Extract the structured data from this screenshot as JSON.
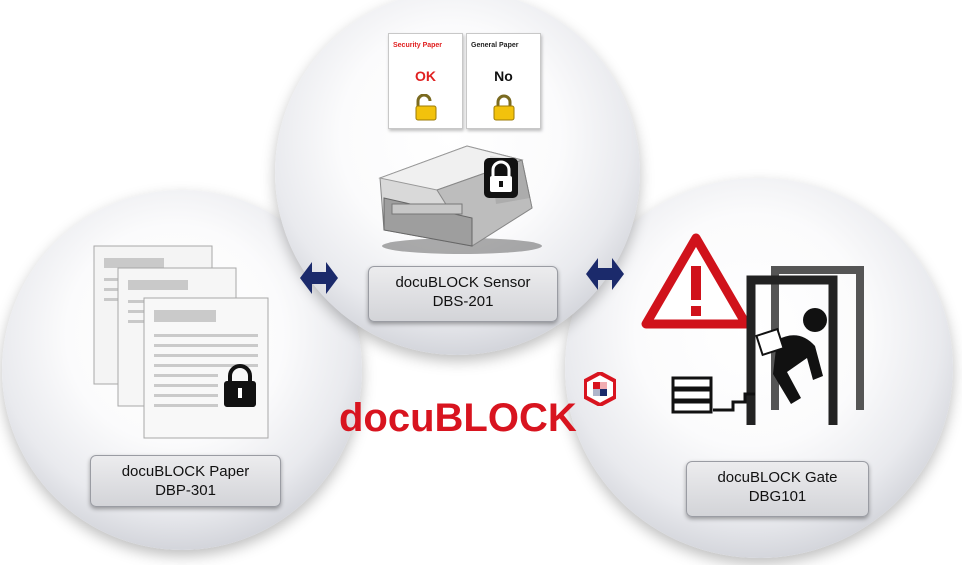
{
  "brand": {
    "name": "docuBLOCK",
    "color": "#d8141f"
  },
  "sensor": {
    "title": "docuBLOCK Sensor",
    "model": "DBS-201",
    "security_paper": {
      "header": "Security Paper",
      "status": "OK",
      "status_color": "#e02020"
    },
    "general_paper": {
      "header": "General Paper",
      "status": "No",
      "status_color": "#111111"
    }
  },
  "paper": {
    "title": "docuBLOCK Paper",
    "model": "DBP-301"
  },
  "gate": {
    "title": "docuBLOCK Gate",
    "model": "DBG101"
  },
  "icons": [
    "padlock-open-icon",
    "padlock-closed-icon",
    "printer-icon",
    "document-stack-icon",
    "warning-triangle-icon",
    "security-gate-icon",
    "bidirectional-arrow-icon",
    "docublock-logo-icon"
  ],
  "colors": {
    "arrow": "#1b2a6b",
    "warning": "#d0121b"
  }
}
